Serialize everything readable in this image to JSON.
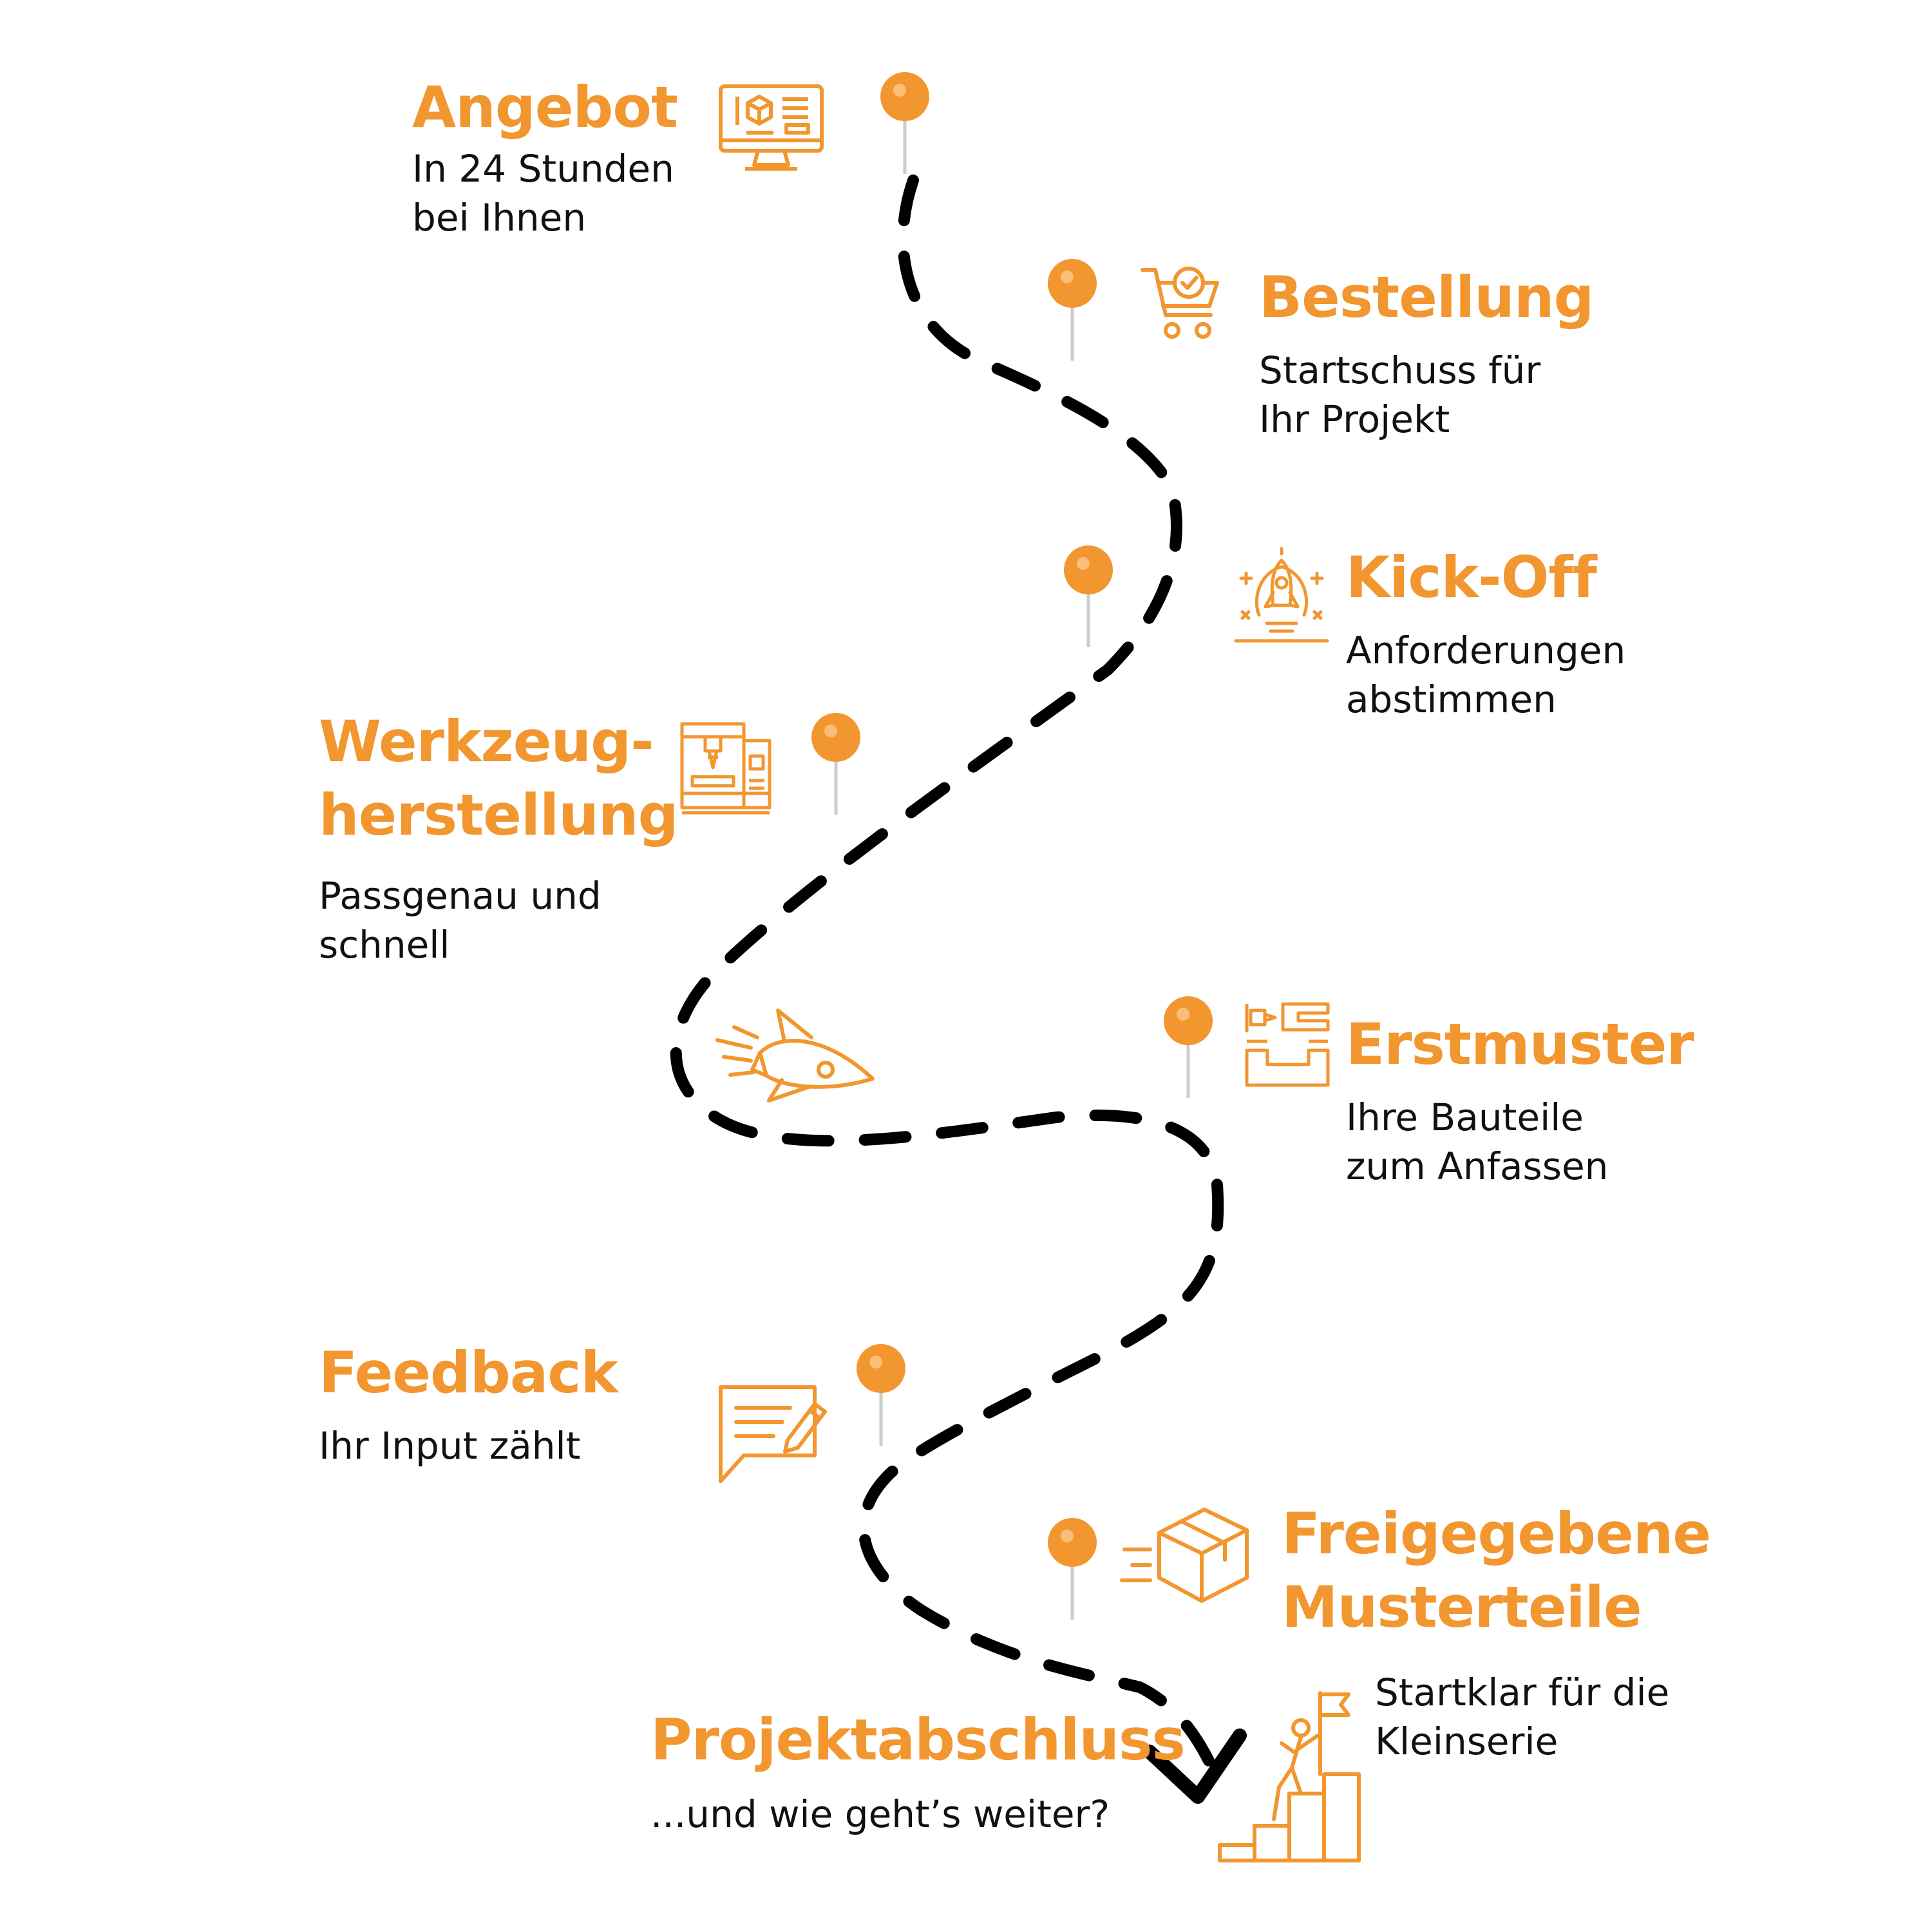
{
  "accent_color": "#F2962F",
  "path_color": "#000000",
  "steps": {
    "angebot": {
      "title": "Angebot",
      "desc": [
        "In 24 Stunden",
        "bei Ihnen"
      ],
      "icon": "monitor-cad-icon"
    },
    "bestellung": {
      "title": "Bestellung",
      "desc": [
        "Startschuss für",
        "Ihr Projekt"
      ],
      "icon": "shopping-cart-check-icon"
    },
    "kickoff": {
      "title": "Kick-Off",
      "desc": [
        "Anforderungen",
        "abstimmen"
      ],
      "icon": "rocket-lightbulb-icon"
    },
    "werkzeug": {
      "title": [
        "Werkzeug-",
        "herstellung"
      ],
      "desc": [
        "Passgenau und",
        "schnell"
      ],
      "icon": "cnc-machine-icon"
    },
    "erstmuster": {
      "title": "Erstmuster",
      "desc": [
        "Ihre Bauteile",
        "zum Anfassen"
      ],
      "icon": "milling-tool-icon"
    },
    "feedback": {
      "title": "Feedback",
      "desc": [
        "Ihr Input zählt"
      ],
      "icon": "message-pencil-icon"
    },
    "freigegebene": {
      "title": [
        "Freigegebene",
        "Musterteile"
      ],
      "desc": [
        "Startklar für die",
        "Kleinserie"
      ],
      "icon": "shipping-box-icon"
    },
    "projektabschluss": {
      "title": "Projektabschluss",
      "desc": [
        "...und wie geht’s weiter?"
      ],
      "icon": "climber-flag-stairs-icon"
    }
  },
  "decorations": {
    "path_icon": "rocket-icon",
    "end_marker": "checkmark-icon",
    "marker_icon": "pin-icon"
  }
}
